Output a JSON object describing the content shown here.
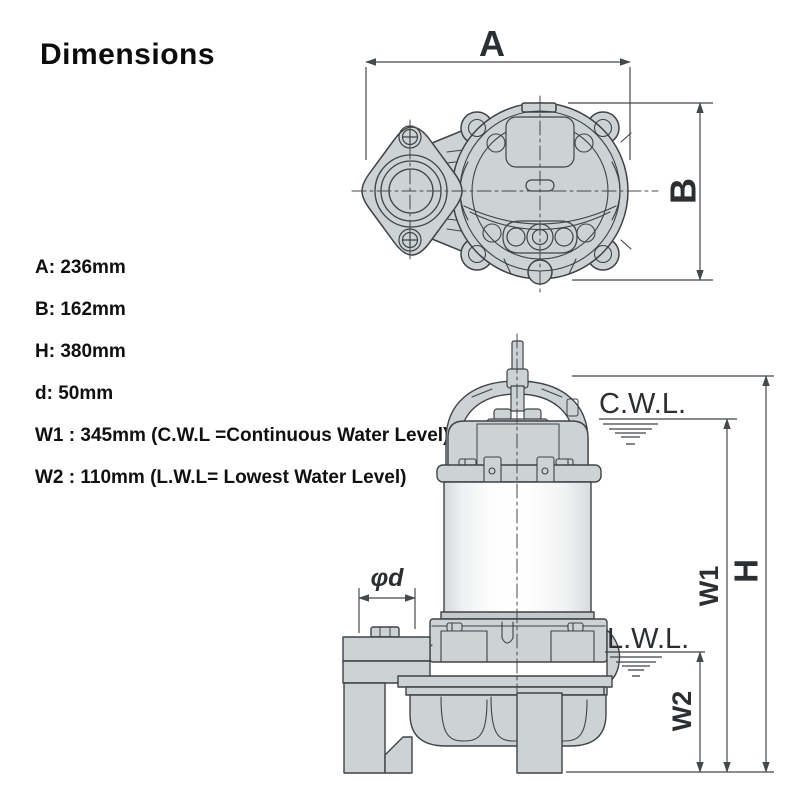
{
  "title": "Dimensions",
  "specs": [
    {
      "label": "A: 236mm"
    },
    {
      "label": "B: 162mm"
    },
    {
      "label": "H: 380mm"
    },
    {
      "label": "d: 50mm"
    },
    {
      "label": "W1 : 345mm (C.W.L =Continuous Water Level)"
    },
    {
      "label": "W2 : 110mm (L.W.L= Lowest Water Level)"
    }
  ],
  "top_view": {
    "dim_width_label": "A",
    "dim_height_label": "B"
  },
  "side_view": {
    "continuous_water_level_label": "C.W.L.",
    "lowest_water_level_label": "L.W.L.",
    "dim_total_height_label": "H",
    "dim_w1_label": "W1",
    "dim_w2_label": "W2",
    "dim_discharge_bore_label": "φd"
  },
  "colors": {
    "body_fill": "#cdd2d5",
    "outline": "#3f4347",
    "dimension_line": "#45494c",
    "text": "#111111"
  }
}
